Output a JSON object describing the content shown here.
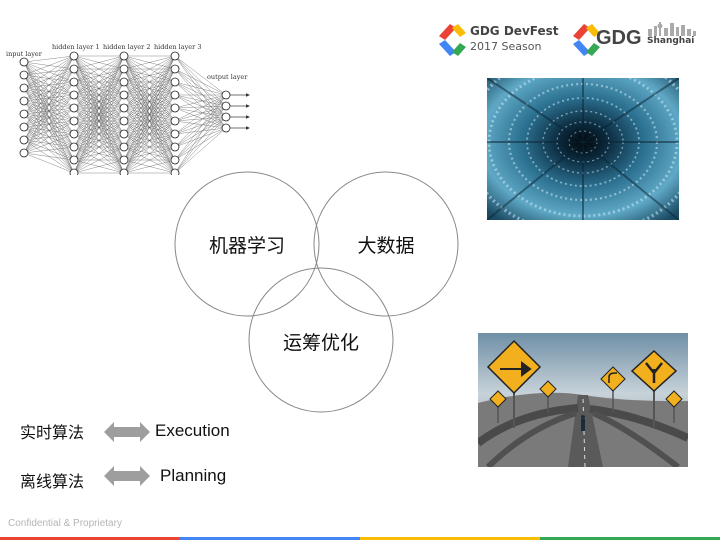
{
  "neural_net": {
    "labels": {
      "input": "input layer",
      "hidden1": "hidden layer 1",
      "hidden2": "hidden layer 2",
      "hidden3": "hidden layer 3",
      "output": "output layer"
    }
  },
  "logos": {
    "devfest": {
      "title": "GDG DevFest",
      "season": "2017 Season"
    },
    "shanghai": {
      "big": "GDG",
      "city": "Shanghai"
    }
  },
  "venn": {
    "left": "机器学习",
    "right": "大数据",
    "bottom": "运筹优化"
  },
  "legend": {
    "row1": {
      "cn": "实时算法",
      "en": "Execution"
    },
    "row2": {
      "cn": "离线算法",
      "en": "Planning"
    }
  },
  "footer": {
    "text": "Confidential & Proprietary"
  },
  "colors": {
    "gdg_red": "#ea4335",
    "gdg_blue": "#4285f4",
    "gdg_green": "#34a853",
    "gdg_yellow": "#fbbc05",
    "arrow_gray": "#9e9e9e",
    "circle_stroke": "#888888"
  },
  "images": {
    "tunnel": "binary-tunnel-image",
    "road": "road-signs-image"
  }
}
